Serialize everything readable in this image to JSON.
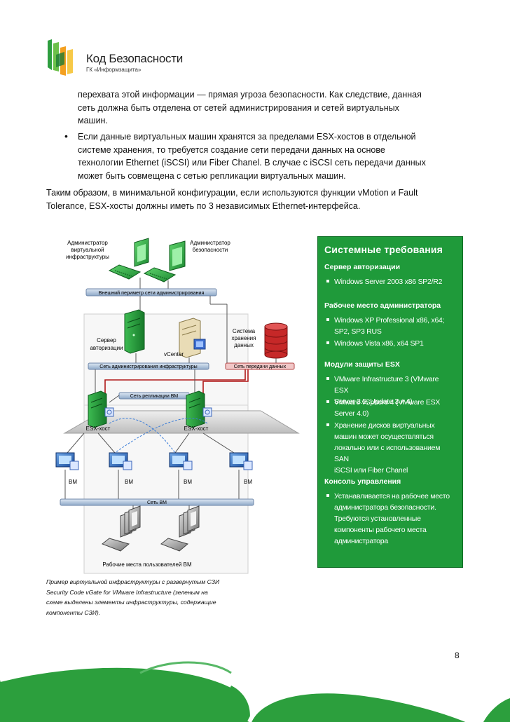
{
  "header": {
    "logo_title": "Код Безопасности",
    "logo_subtitle": "ГК «Информзащита»"
  },
  "body": {
    "p1_line1": "перехвата этой информации — прямая угроза безопасности. Как следствие, данная",
    "p1_line2": "сеть должна быть отделена от сетей администрирования и сетей виртуальных",
    "p1_line3": "машин.",
    "p2_line1": "Если данные виртуальных машин хранятся за пределами ESX-хостов в отдельной",
    "p2_line2": "системе хранения, то требуется создание сети передачи данных на основе",
    "p2_line3": "технологии Ethernet (iSCSI) или Fiber Chanel. В случае с iSCSI сеть передачи данных",
    "p2_line4": "может быть совмещена с сетью репликации виртуальных машин.",
    "p3_line1": "Таким образом, в минимальной конфигурации, если используются функции vMotion и Fault",
    "p3_line2": "Tolerance, ESX-хосты должны иметь по 3 независимых Ethernet-интерфейса.",
    "bullet": "•"
  },
  "diagram": {
    "admin_virt_1": "Администратор",
    "admin_virt_2": "виртуальной",
    "admin_virt_3": "инфраструктуры",
    "admin_sec_1": "Администратор",
    "admin_sec_2": "безопасности",
    "ext_perimeter": "Внешний периметр сети администрирования",
    "auth_server_1": "Сервер",
    "auth_server_2": "авторизации",
    "vcenter": "vCenter",
    "storage_1": "Система",
    "storage_2": "хранения",
    "storage_3": "данных",
    "admin_net": "Сеть администрирования инфраструктуры",
    "data_net": "Сеть передачи данных",
    "repl_net": "Сеть репликации ВМ",
    "esx_host": "ESX-хост",
    "vm": "ВМ",
    "vm_net": "Сеть ВМ",
    "workstations": "Рабочие места пользователей ВМ"
  },
  "sidebar": {
    "title": "Системные требования",
    "sections": [
      {
        "heading": "Сервер авторизации",
        "items": [
          [
            "Windows Server 2003 x86 SP2/R2"
          ]
        ]
      },
      {
        "heading": "Рабочее место администратора",
        "items": [
          [
            "Windows XP Professional x86, x64;",
            "SP2, SP3 RUS"
          ],
          [
            "Windows Vista x86, x64 SP1"
          ]
        ]
      },
      {
        "heading": "Модули защиты ESX",
        "items": [
          [
            "VMware Infrastructure 3 (VMware ESX",
            "Server 3.5, Update 3 и 4)"
          ],
          [
            "VMware vSphere 4 (VMware ESX",
            "Server 4.0)"
          ],
          [
            "Хранение дисков виртуальных",
            "машин может осуществляться",
            "локально или с использованием SAN",
            "iSCSI или Fiber Chanel"
          ]
        ]
      },
      {
        "heading": "Консоль управления",
        "items": [
          [
            "Устанавливается на рабочее место",
            "администратора безопасности.",
            "Требуются установленные",
            "компоненты рабочего места",
            "администратора"
          ]
        ]
      }
    ]
  },
  "caption": {
    "line1": "Пример виртуальной инфраструктуры с развернутым СЗИ",
    "line2": "Security Code vGate for VMware Infrastructure  (зеленым на",
    "line3": "схеме выделены элементы инфраструктуры, содержащие",
    "line4": "компоненты СЗИ)."
  },
  "page_number": "8",
  "colors": {
    "brand_green": "#1f9a3a",
    "diagram_green": "#2fb84a",
    "storage_red": "#c62828"
  }
}
